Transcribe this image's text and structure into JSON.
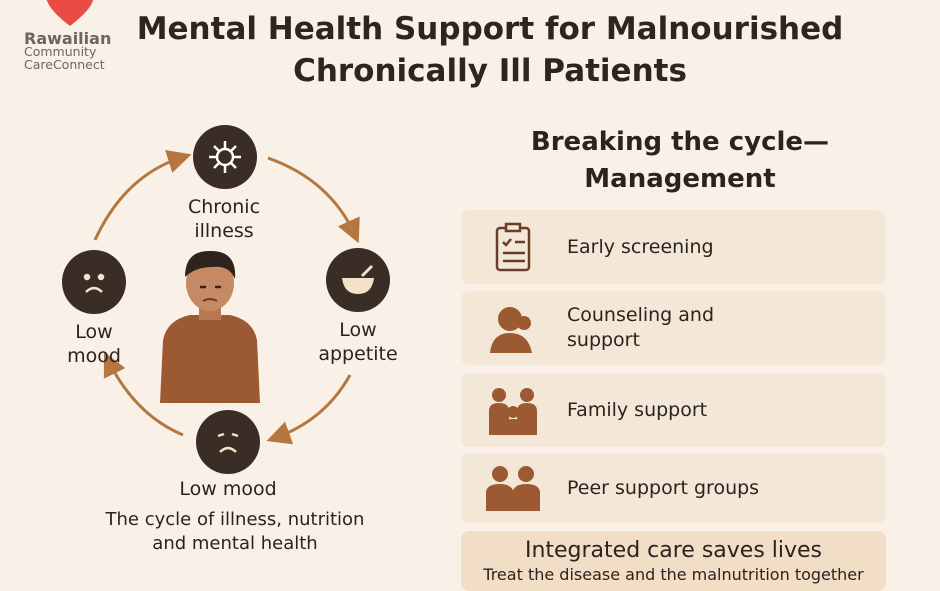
{
  "logo": {
    "line1": "Rawailian",
    "line2": "Community",
    "line3": "CareConnect"
  },
  "title": {
    "line1": "Mental Health Support for Malnourished",
    "line2": "Chronically Ill Patients"
  },
  "cycle": {
    "nodes": [
      {
        "label_line1": "Chronic",
        "label_line2": "illness",
        "icon": "virus-icon"
      },
      {
        "label_line1": "Low",
        "label_line2": "appetite",
        "icon": "bowl-icon"
      },
      {
        "label_line1": "Low mood",
        "label_line2": "",
        "icon": "sad-face-icon"
      },
      {
        "label_line1": "Low",
        "label_line2": "mood",
        "icon": "frown-face-icon"
      }
    ],
    "caption_line1": "The cycle of illness, nutrition",
    "caption_line2": "and mental health",
    "arrow_color": "#b5773f"
  },
  "management": {
    "title_line1": "Breaking the cycle—",
    "title_line2": "Management",
    "items": [
      {
        "label": "Early screening",
        "icon": "clipboard-icon"
      },
      {
        "label": "Counseling and support",
        "icon": "counselor-icon"
      },
      {
        "label": "Family support",
        "icon": "family-icon"
      },
      {
        "label": "Peer support groups",
        "icon": "peer-group-icon"
      }
    ]
  },
  "footer": {
    "heading": "Integrated care saves lives",
    "subtext": "Treat the disease and the malnutrition together"
  }
}
